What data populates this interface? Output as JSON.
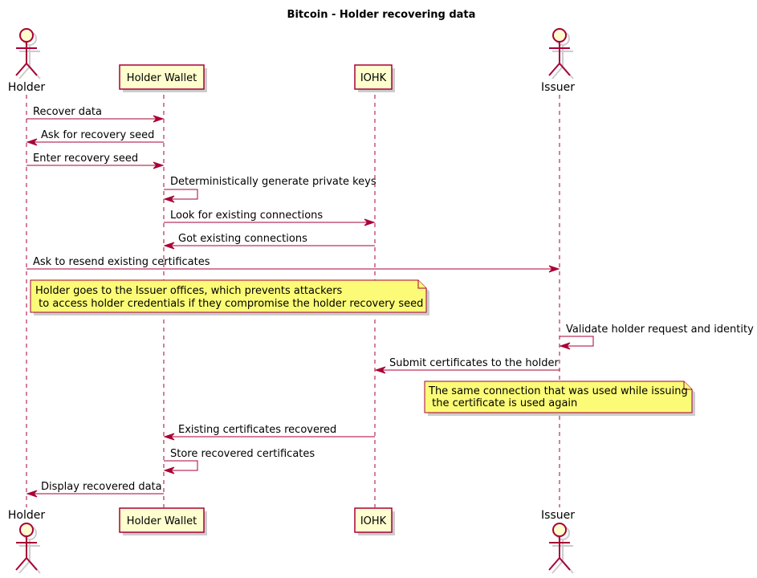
{
  "diagram": {
    "title": "Bitcoin - Holder recovering data",
    "participants": [
      {
        "id": "holder",
        "label": "Holder",
        "kind": "actor"
      },
      {
        "id": "wallet",
        "label": "Holder Wallet",
        "kind": "participant"
      },
      {
        "id": "iohk",
        "label": "IOHK",
        "kind": "participant"
      },
      {
        "id": "issuer",
        "label": "Issuer",
        "kind": "actor"
      }
    ],
    "messages": [
      {
        "from": "holder",
        "to": "wallet",
        "text": "Recover data"
      },
      {
        "from": "wallet",
        "to": "holder",
        "text": "Ask for recovery seed"
      },
      {
        "from": "holder",
        "to": "wallet",
        "text": "Enter recovery seed"
      },
      {
        "from": "wallet",
        "to": "wallet",
        "text": "Deterministically generate private keys"
      },
      {
        "from": "wallet",
        "to": "iohk",
        "text": "Look for existing connections"
      },
      {
        "from": "iohk",
        "to": "wallet",
        "text": "Got existing connections"
      },
      {
        "from": "holder",
        "to": "issuer",
        "text": "Ask to resend existing certificates"
      },
      {
        "from": "issuer",
        "to": "issuer",
        "text": "Validate holder request and identity"
      },
      {
        "from": "issuer",
        "to": "iohk",
        "text": "Submit certificates to the holder"
      },
      {
        "from": "iohk",
        "to": "wallet",
        "text": "Existing certificates recovered"
      },
      {
        "from": "wallet",
        "to": "wallet",
        "text": "Store recovered certificates"
      },
      {
        "from": "wallet",
        "to": "holder",
        "text": "Display recovered data"
      }
    ],
    "notes": [
      {
        "lines": [
          "Holder goes to the Issuer offices, which prevents attackers",
          " to access holder credentials if they compromise the holder recovery seed"
        ]
      },
      {
        "lines": [
          "The same connection that was used while issuing",
          " the certificate is used again"
        ]
      }
    ],
    "colors": {
      "line": "#A80036",
      "participant_fill": "#FEFECE",
      "note_fill": "#FBFB77",
      "shadow": "#cccccc"
    }
  }
}
